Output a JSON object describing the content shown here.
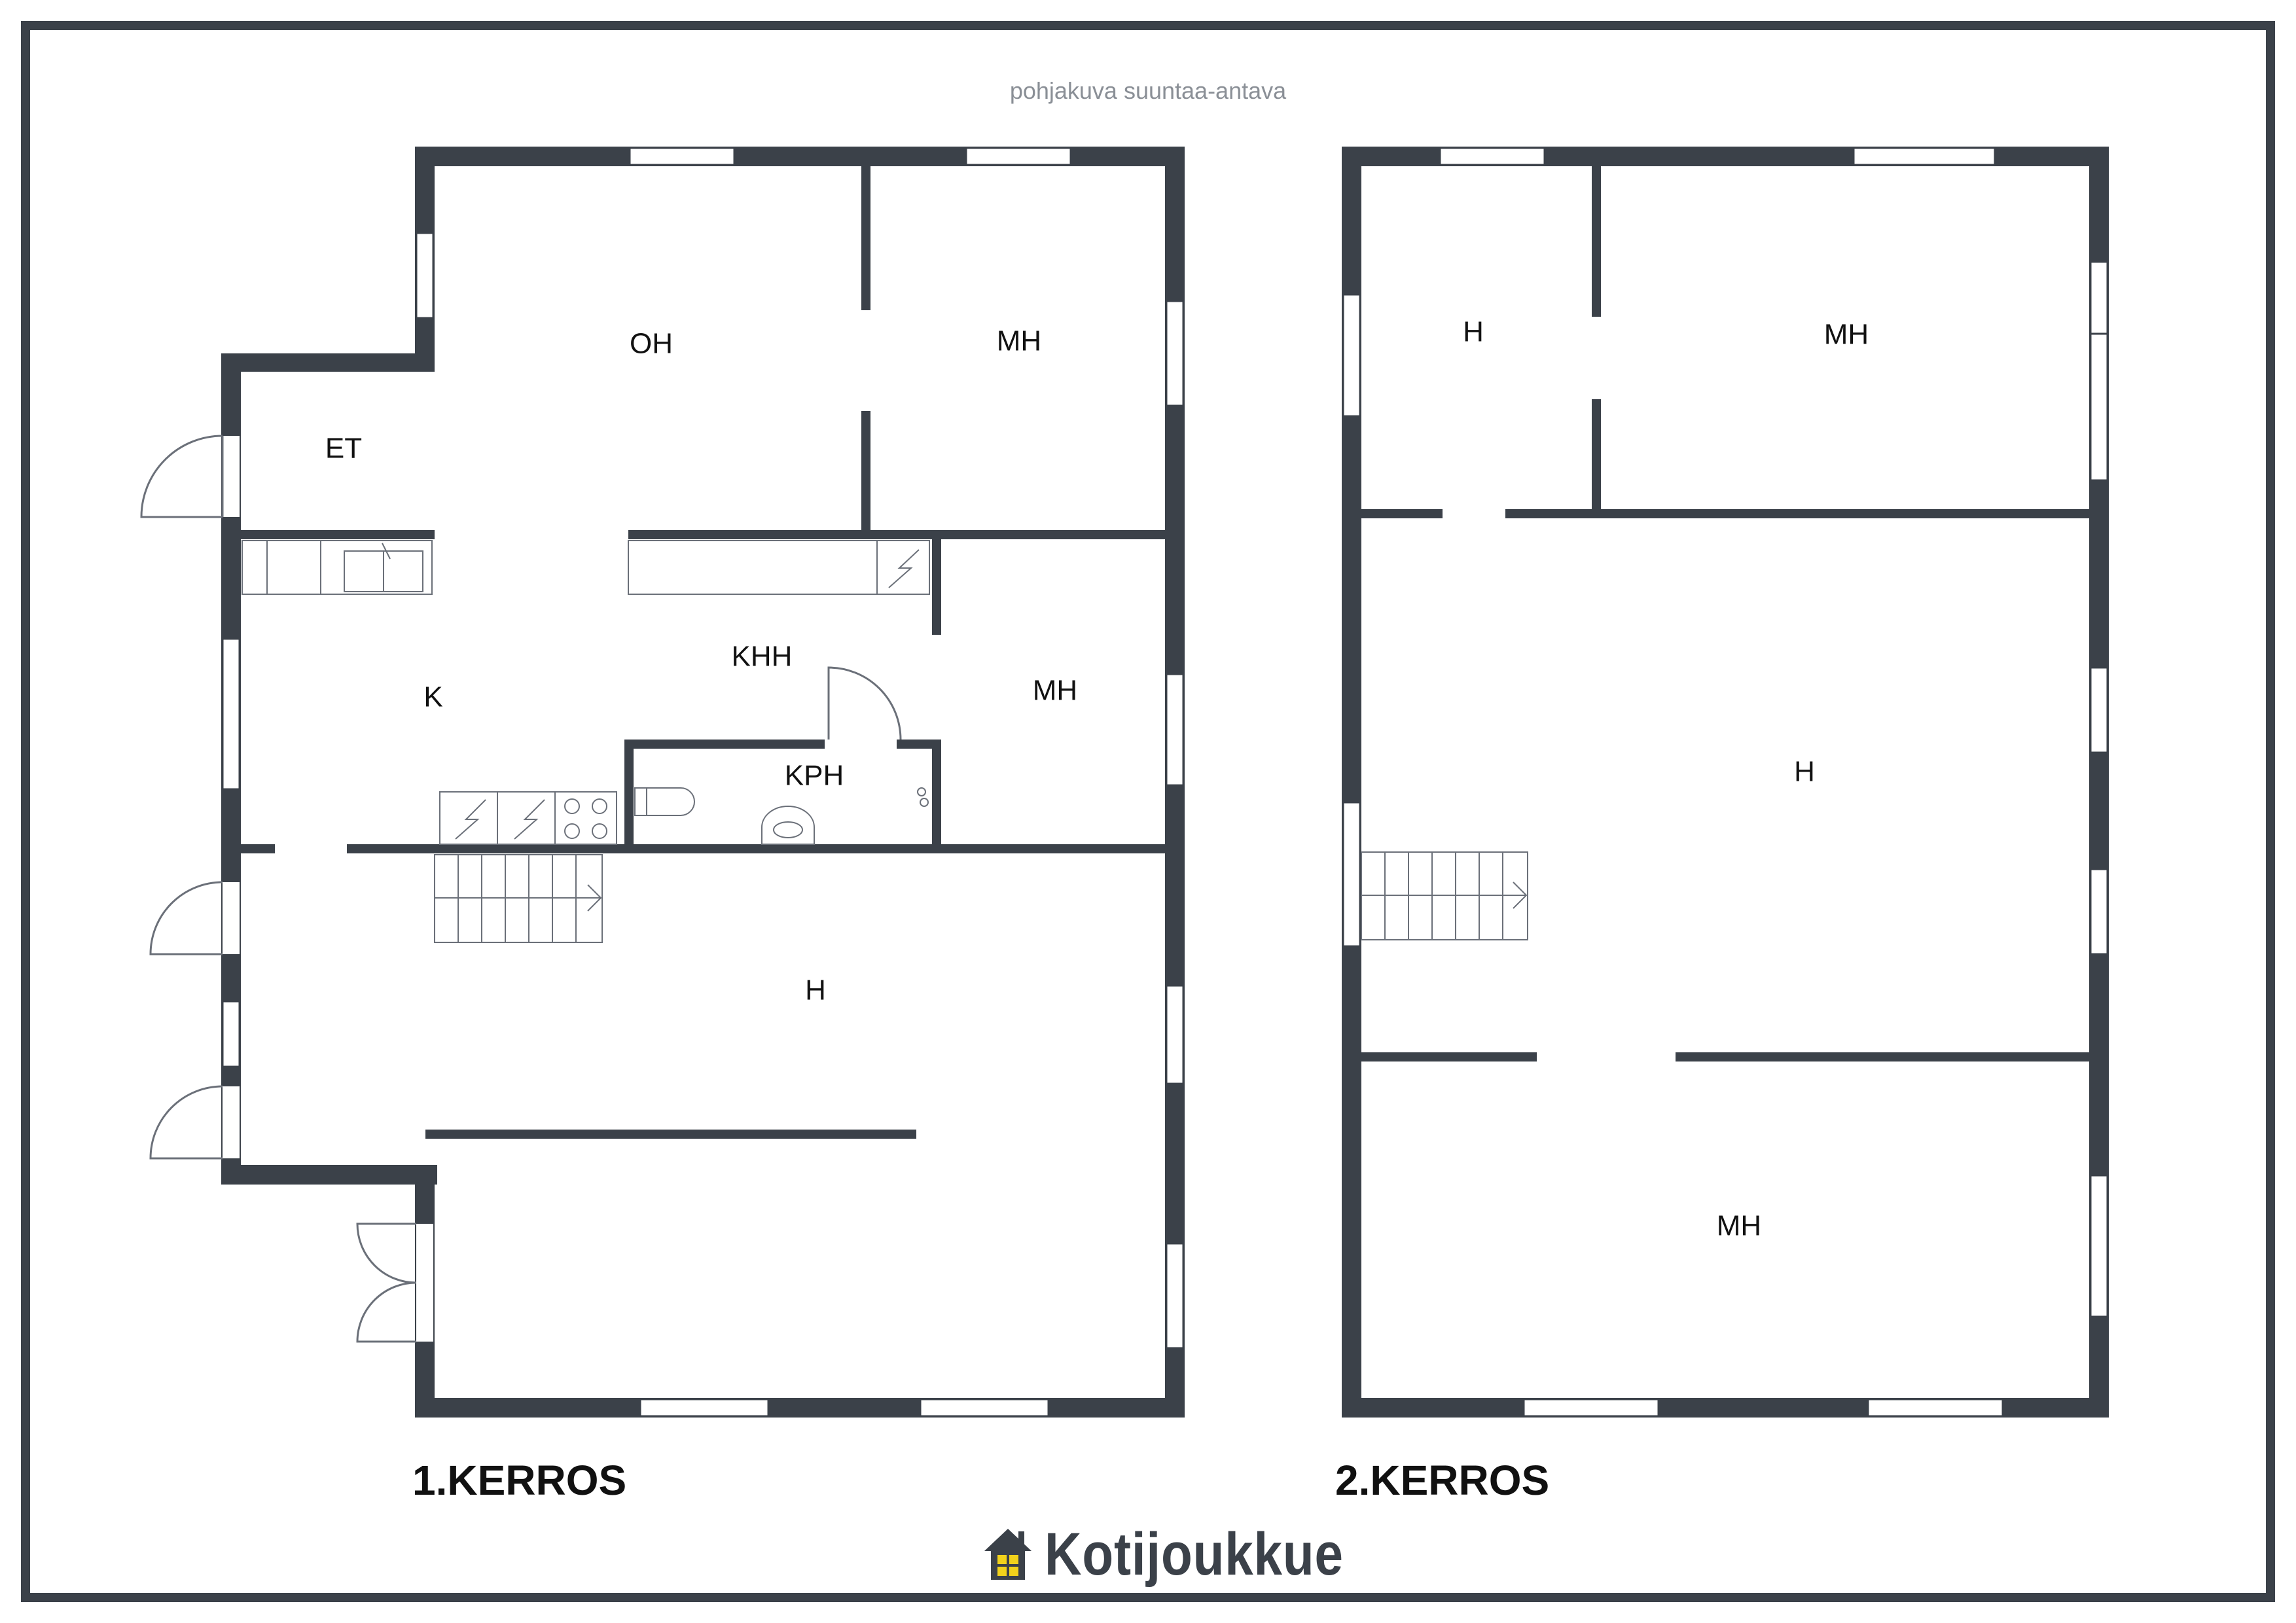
{
  "note": "pohjakuva suuntaa-antava",
  "floors": [
    {
      "title": "1.KERROS",
      "rooms": [
        "OH",
        "MH",
        "ET",
        "K",
        "KHH",
        "MH",
        "KPH",
        "H"
      ]
    },
    {
      "title": "2.KERROS",
      "rooms": [
        "H",
        "MH",
        "H",
        "MH"
      ]
    }
  ],
  "brand": {
    "name": "Kotijoukkue",
    "logo_icon": "house-icon",
    "color": "#3b4149",
    "window_color": "#f2d21b"
  },
  "colors": {
    "wall": "#3b4149",
    "fixture": "#6b7079",
    "note": "#8a8f96"
  }
}
